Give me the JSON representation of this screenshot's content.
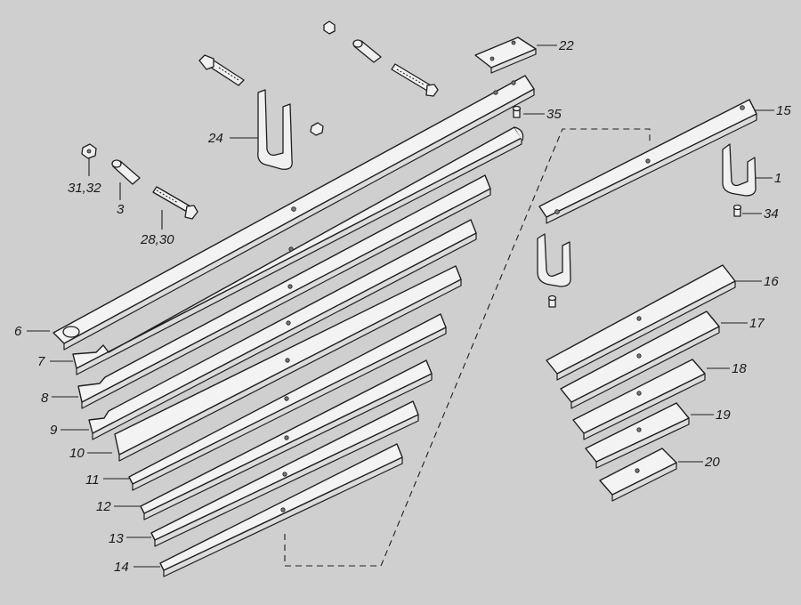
{
  "callouts": {
    "c1": "1",
    "c3": "3",
    "c6": "6",
    "c7": "7",
    "c8": "8",
    "c9": "9",
    "c10": "10",
    "c11": "11",
    "c12": "12",
    "c13": "13",
    "c14": "14",
    "c15": "15",
    "c16": "16",
    "c17": "17",
    "c18": "18",
    "c19": "19",
    "c20": "20",
    "c22": "22",
    "c24": "24",
    "c28_30": "28,30",
    "c31_32": "31,32",
    "c34": "34",
    "c35": "35"
  }
}
